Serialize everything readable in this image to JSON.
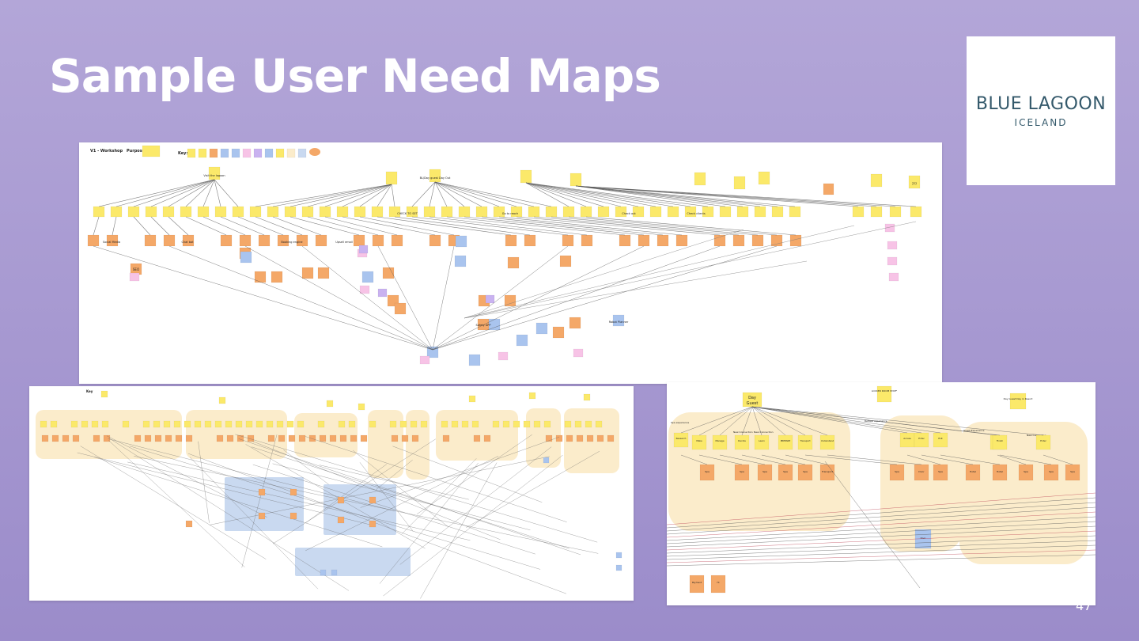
{
  "slide": {
    "title": "Sample User Need Maps",
    "page_number": "47"
  },
  "logo": {
    "name": "BLUE LAGOON",
    "subtitle": "ICELAND",
    "color": "#34596b"
  },
  "colors": {
    "background_top": "#b3a6d8",
    "background_bottom": "#9b8cca",
    "sticky_yellow": "#fbe96a",
    "sticky_orange": "#f4a868",
    "sticky_blue": "#a9c4ee",
    "sticky_pink": "#f7c3e6",
    "sticky_purple": "#c9b2f0",
    "group_beige": "#fbeccb",
    "group_blue": "#c9d9f0"
  },
  "maps": {
    "top": {
      "header_title": "V1 - Workshop",
      "header_purpose": "Purpose:",
      "header_key": "Key:",
      "labels": [
        "Visit the lagoon",
        "BL/Day guest Day Out",
        "CHECK TO SET",
        "Go to reach",
        "Check out",
        "Check clients",
        "SEO",
        "Chat bot",
        "Upsell email",
        "Social Media",
        "Robot Planner",
        "Booking engine",
        "Safety APP",
        "???"
      ]
    },
    "bottom_left": {
      "labels": [
        "Key"
      ]
    },
    "bottom_right": {
      "root_label": "Day Guest",
      "section_labels": [
        "Spa experience",
        "New Connection",
        "New Connection",
        "Retreat experience",
        "Guest Experience",
        "New Connection"
      ],
      "top_labels": [
        "LOCKER ROOM STAFF",
        "Day Guest Day in Resort"
      ],
      "need_labels": [
        "Research Spa before visiting",
        "Make Booking / Stay",
        "Manage Booking / arrival / Lagoon",
        "Decide experience before visiting",
        "Learn about all of options",
        "PREPARE FOR VISIT",
        "Transport to Spa",
        "Understand check ins",
        "Access guest booking",
        "Enter the Spa",
        "Exit the Spa",
        "Have travel experience",
        "Finish NPS survey",
        "Enter Spa experience"
      ],
      "solution_labels": [
        "Spa Booking engine",
        "Spa customer service",
        "Spa Upsell",
        "Spa app pre arrival notification",
        "Spa Reservation Emails",
        "Transport Pickup notification",
        "Spa Bracelet",
        "Door entry",
        "Spa Self Service",
        "Hotel Post Stay Email",
        "Hotel NPS survey",
        "Spa Post Stay Email",
        "Spa Marketing Email",
        "Spa Post stay NPS offer"
      ],
      "system_labels": [
        "Door entry system",
        "Payment Spa Booking Scan",
        "Hi Spa Booking Scan AB"
      ]
    }
  }
}
